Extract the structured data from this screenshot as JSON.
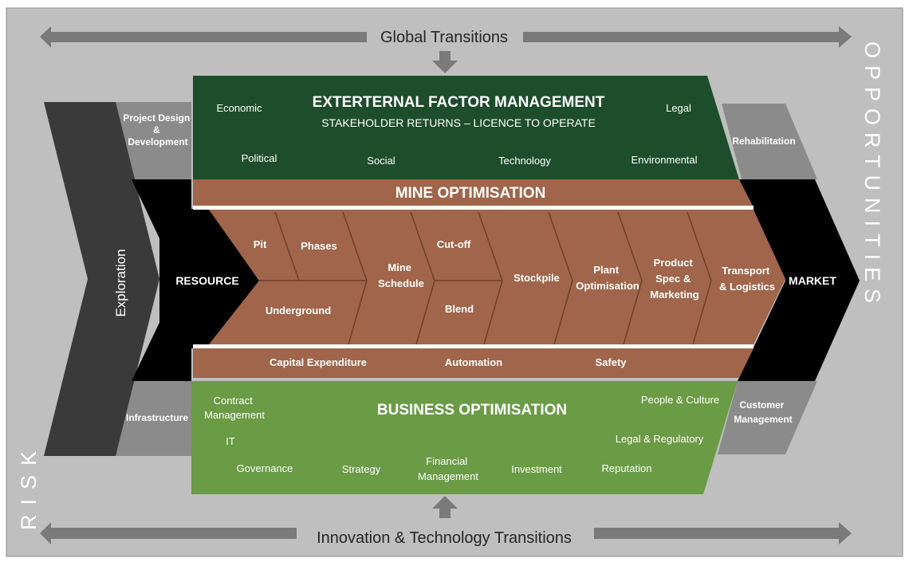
{
  "colors": {
    "background": "#bfbfbf",
    "border": "#8c8c8c",
    "arrow_gray": "#7a7a7a",
    "dark_gray": "#3a3a3a",
    "black": "#000000",
    "external_green": "#1e4d2b",
    "business_green": "#6a9b45",
    "brown": "#a0654a",
    "side_gray": "#8b8b8b",
    "white": "#ffffff"
  },
  "top_banner": {
    "label": "Global Transitions"
  },
  "bottom_banner": {
    "label": "Innovation & Technology Transitions"
  },
  "side_labels": {
    "left": "RISK",
    "right": "OPPORTUNITIES"
  },
  "exploration": {
    "label": "Exploration"
  },
  "resource": {
    "label": "RESOURCE"
  },
  "market": {
    "label": "MARKET"
  },
  "upper_left_box": {
    "lines": [
      "Project Design",
      "&",
      "Development"
    ]
  },
  "upper_right_box": {
    "label": "Rehabilitation"
  },
  "lower_left_box": {
    "label": "Infrastructure"
  },
  "lower_right_box": {
    "lines": [
      "Customer",
      "Management"
    ]
  },
  "external": {
    "title": "EXTERTERNAL FACTOR MANAGEMENT",
    "subtitle": "STAKEHOLDER RETURNS – LICENCE TO OPERATE",
    "items": {
      "economic": "Economic",
      "legal": "Legal",
      "political": "Political",
      "social": "Social",
      "technology": "Technology",
      "environmental": "Environmental"
    }
  },
  "mine": {
    "title": "MINE OPTIMISATION",
    "pit": "Pit",
    "phases": "Phases",
    "underground": "Underground",
    "mine_schedule": [
      "Mine",
      "Schedule"
    ],
    "cutoff": "Cut-off",
    "blend": "Blend",
    "stockpile": "Stockpile",
    "plant": [
      "Plant",
      "Optimisation"
    ],
    "product": [
      "Product",
      "Spec &",
      "Marketing"
    ],
    "transport": [
      "Transport",
      "& Logistics"
    ],
    "bottom_items": {
      "capex": "Capital  Expenditure",
      "automation": "Automation",
      "safety": "Safety"
    }
  },
  "business": {
    "title": "BUSINESS OPTIMISATION",
    "contract": [
      "Contract",
      "Management"
    ],
    "it": "IT",
    "governance": "Governance",
    "strategy": "Strategy",
    "financial": [
      "Financial",
      "Management"
    ],
    "investment": "Investment",
    "reputation": "Reputation",
    "people": "People & Culture",
    "legal_reg": "Legal  & Regulatory"
  }
}
